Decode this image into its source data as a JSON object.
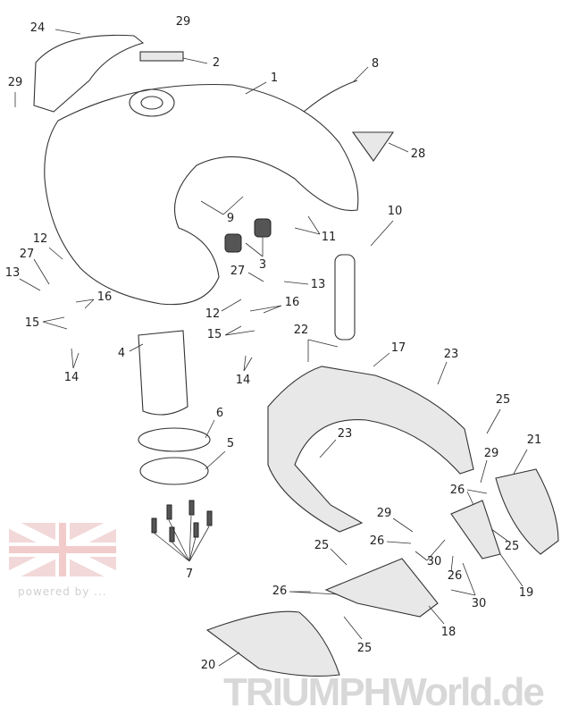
{
  "diagram": {
    "type": "exploded parts diagram",
    "watermark": {
      "brand": "TRIUMPHWorld.de",
      "tagline": "powered by ..."
    },
    "callouts": [
      "29",
      "24",
      "2",
      "29",
      "1",
      "8",
      "28",
      "9",
      "10",
      "11",
      "3",
      "12",
      "27",
      "13",
      "16",
      "15",
      "14",
      "27",
      "13",
      "12",
      "16",
      "15",
      "14",
      "4",
      "22",
      "17",
      "23",
      "6",
      "5",
      "25",
      "23",
      "21",
      "29",
      "26",
      "29",
      "25",
      "26",
      "25",
      "26",
      "30",
      "19",
      "7",
      "26",
      "30",
      "18",
      "25",
      "20"
    ]
  }
}
